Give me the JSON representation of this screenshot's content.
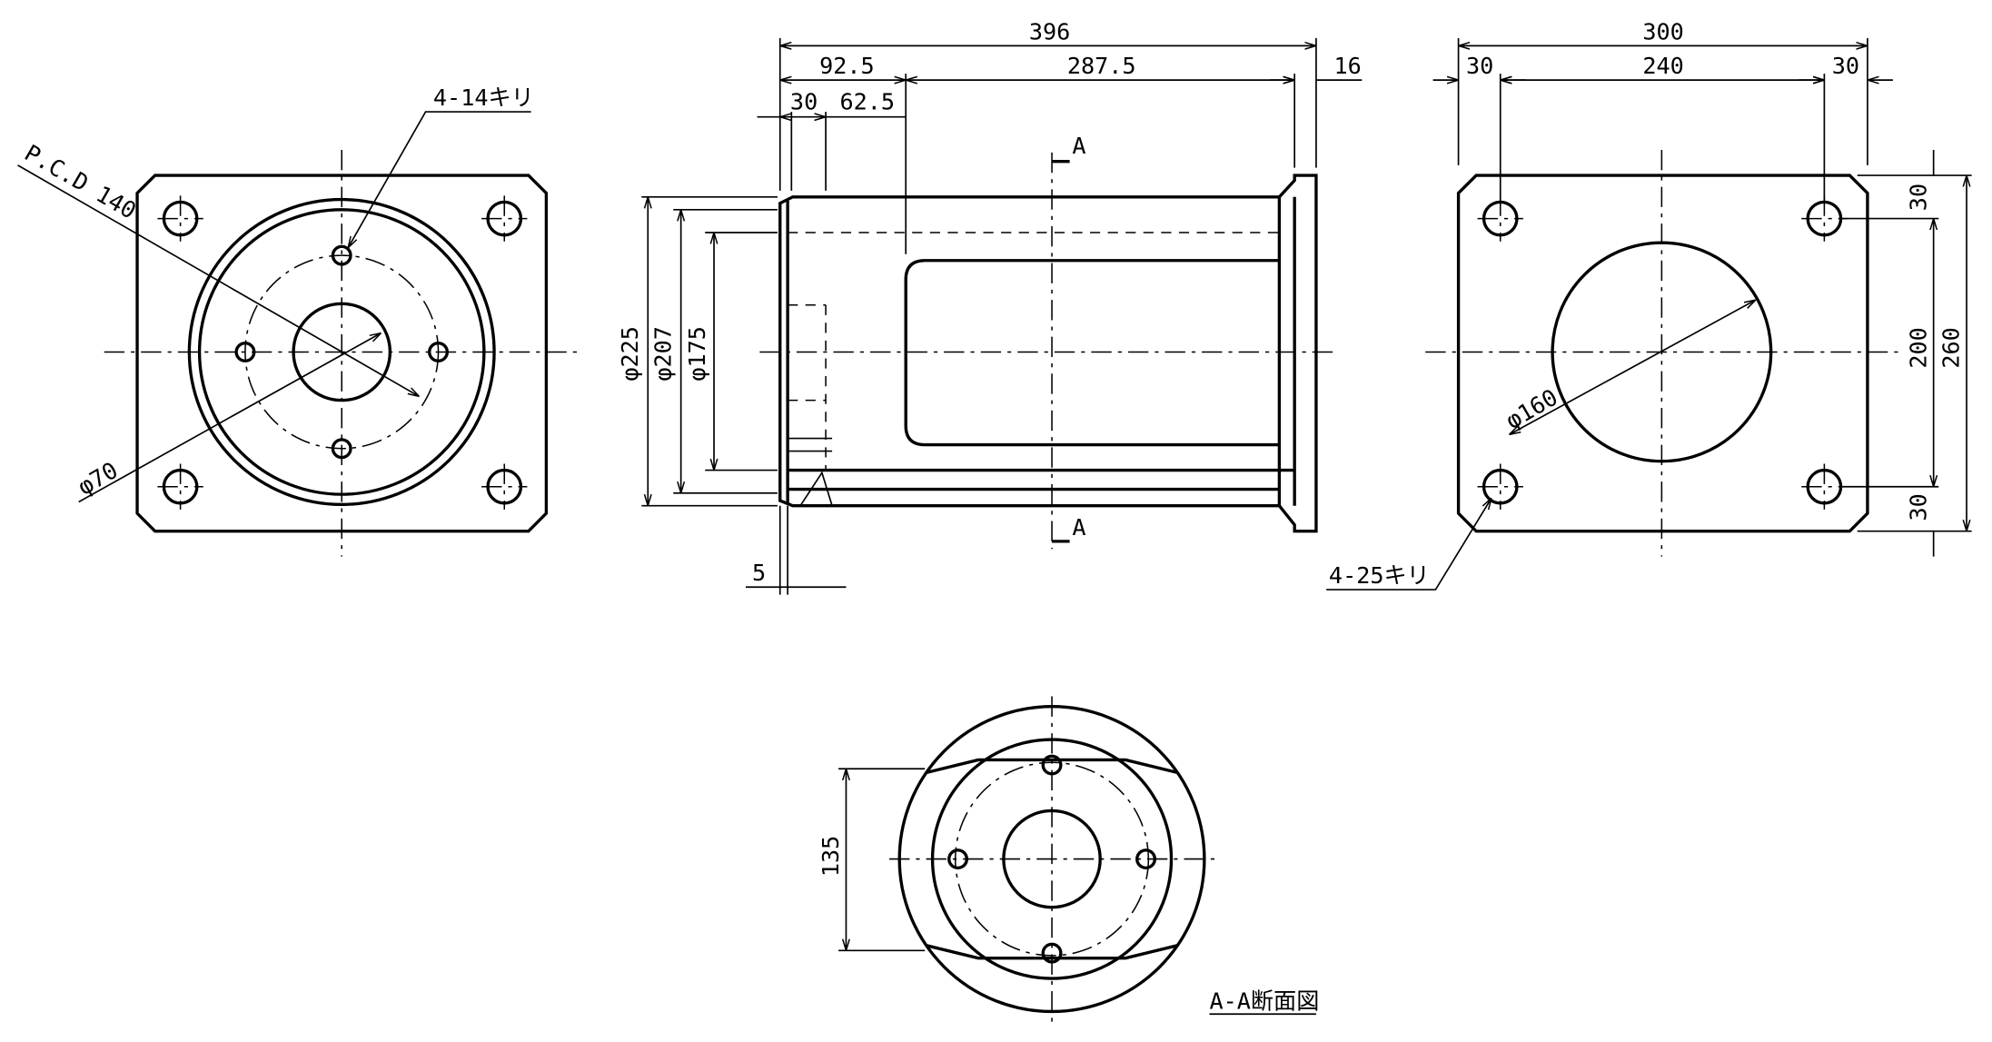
{
  "views": {
    "front": {
      "holes_note": "4-14キリ",
      "pcd_label": "P.C.D 140",
      "bore_label": "φ70"
    },
    "side": {
      "total_length": "396",
      "length_a": "92.5",
      "length_b": "287.5",
      "flange_thickness": "16",
      "wall_thickness": "30",
      "window_offset": "62.5",
      "diameter_outer": "φ225",
      "diameter_mid": "φ207",
      "diameter_inner": "φ175",
      "lip": "5",
      "section_mark": "A"
    },
    "rear": {
      "width_total": "300",
      "width_inner": "240",
      "edge_left": "30",
      "edge_right": "30",
      "height_total": "260",
      "height_inner": "200",
      "edge_top": "30",
      "edge_bottom": "30",
      "bore_label": "φ160",
      "holes_note": "4-25キリ"
    },
    "section": {
      "dimension": "135",
      "title": "A-A断面図"
    }
  }
}
